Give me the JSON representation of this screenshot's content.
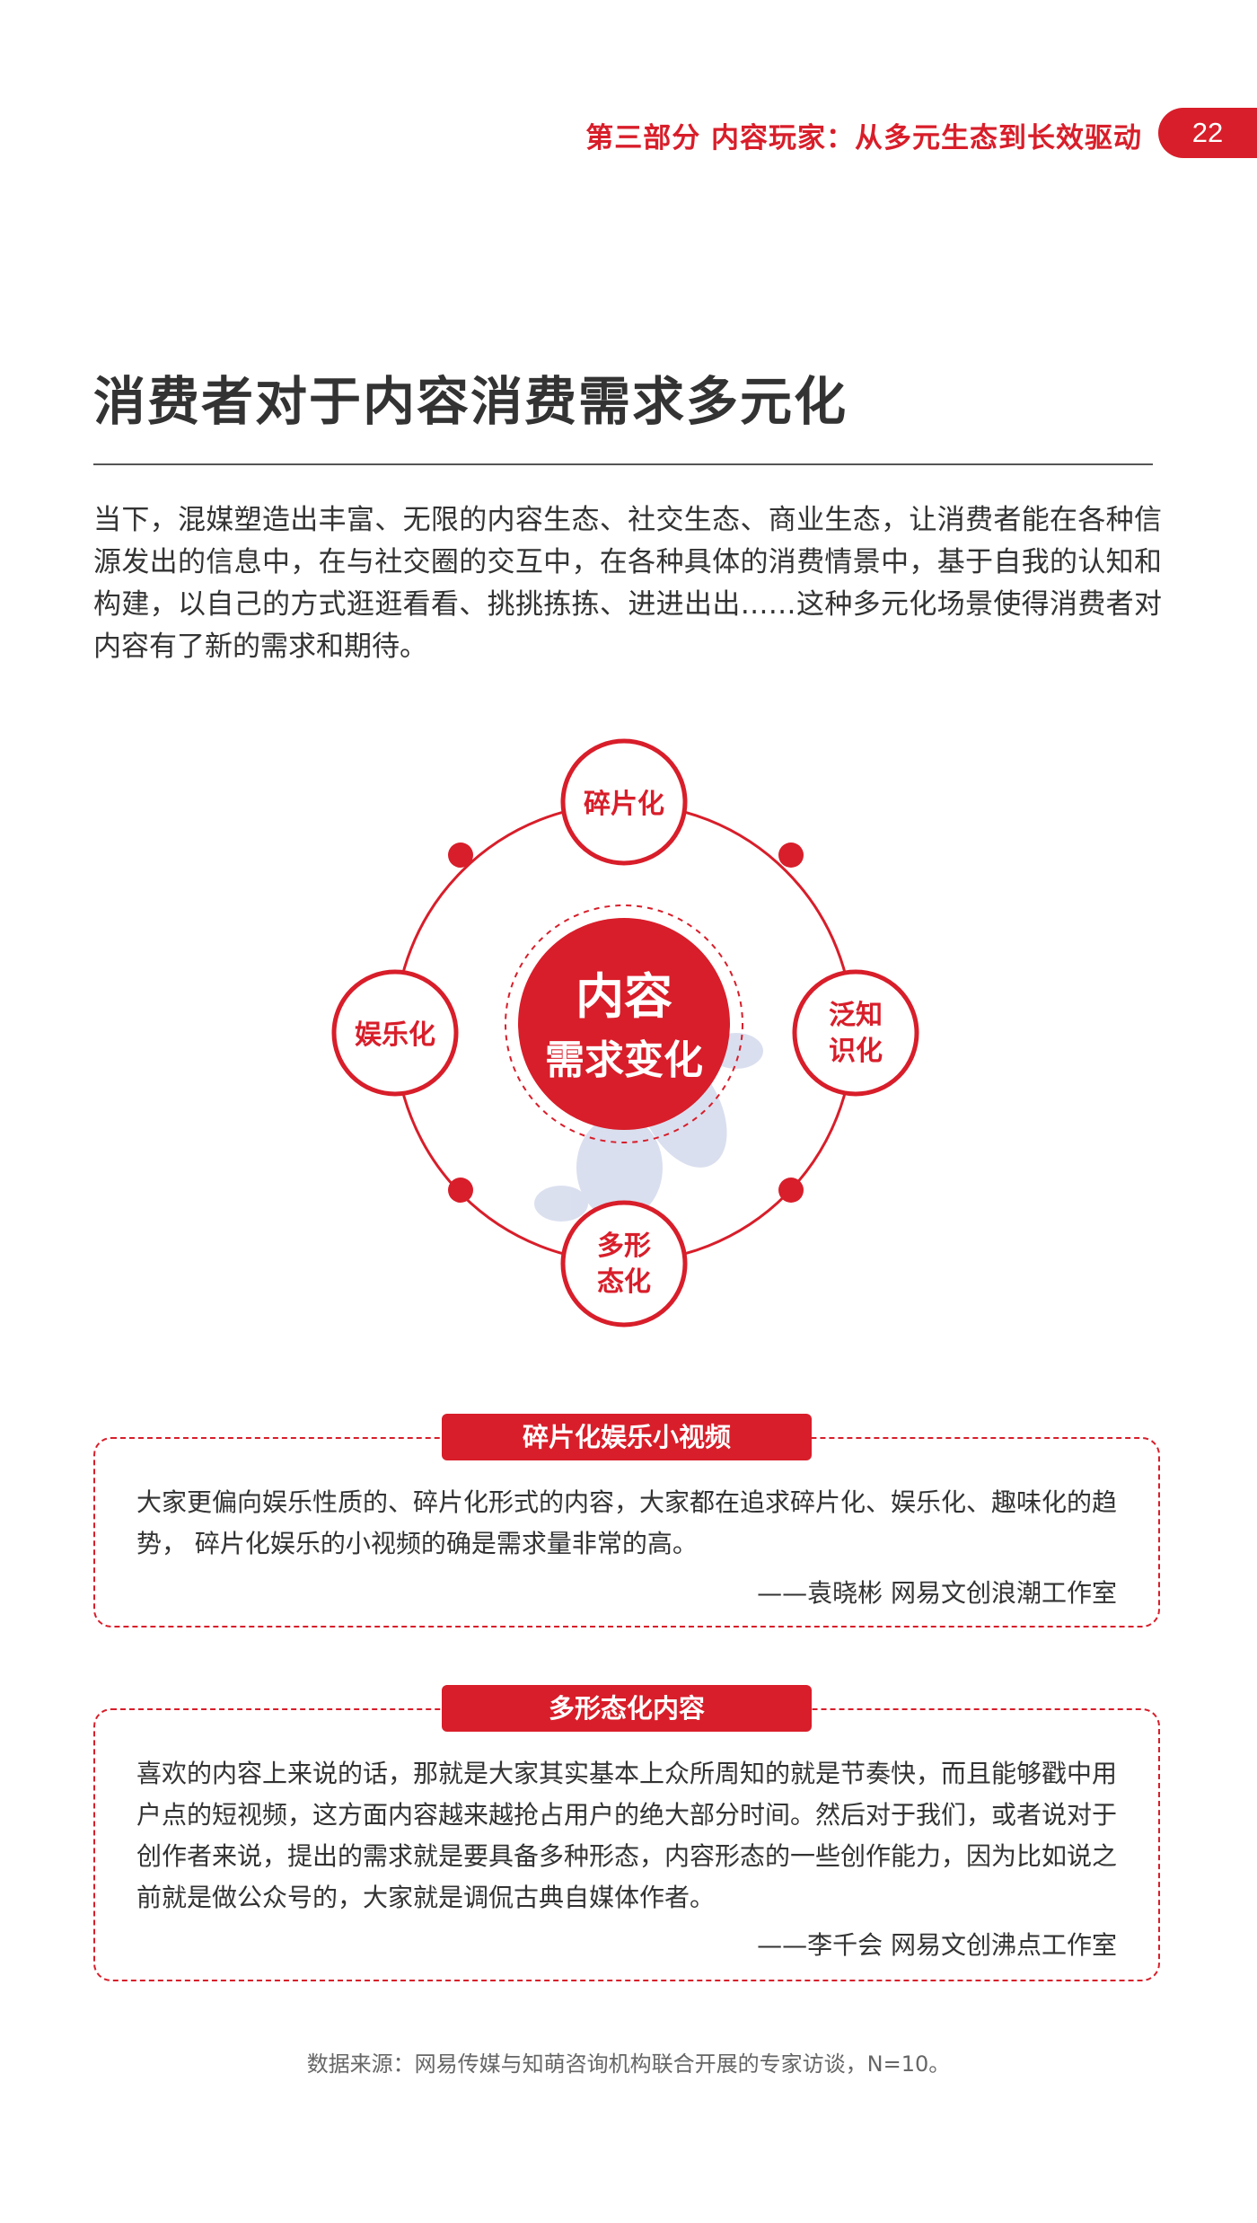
{
  "header": {
    "section_title": "第三部分  内容玩家：从多元生态到长效驱动",
    "page_number": "22"
  },
  "title": "消费者对于内容消费需求多元化",
  "intro": "当下，混媒塑造出丰富、无限的内容生态、社交生态、商业生态，让消费者能在各种信源发出的信息中，在与社交圈的交互中，在各种具体的消费情景中，基于自我的认知和构建，以自己的方式逛逛看看、挑挑拣拣、进进出出……这种多元化场景使得消费者对内容有了新的需求和期待。",
  "diagram": {
    "center_line1": "内容",
    "center_line2": "需求变化",
    "node_top": "碎片化",
    "node_right_line1": "泛知",
    "node_right_line2": "识化",
    "node_bottom_line1": "多形",
    "node_bottom_line2": "态化",
    "node_left": "娱乐化",
    "accent_color": "#d81e2a"
  },
  "quotes": [
    {
      "label": "碎片化娱乐小视频",
      "text": "大家更偏向娱乐性质的、碎片化形式的内容，大家都在追求碎片化、娱乐化、趣味化的趋势， 碎片化娱乐的小视频的确是需求量非常的高。",
      "source": "——袁晓彬  网易文创浪潮工作室"
    },
    {
      "label": "多形态化内容",
      "text": "喜欢的内容上来说的话，那就是大家其实基本上众所周知的就是节奏快，而且能够戳中用户点的短视频，这方面内容越来越抢占用户的绝大部分时间。然后对于我们，或者说对于创作者来说，提出的需求就是要具备多种形态，内容形态的一些创作能力，因为比如说之前就是做公众号的，大家就是调侃古典自媒体作者。",
      "source": "——李千会  网易文创沸点工作室"
    }
  ],
  "footnote": "数据来源：网易传媒与知萌咨询机构联合开展的专家访谈，N=10。"
}
